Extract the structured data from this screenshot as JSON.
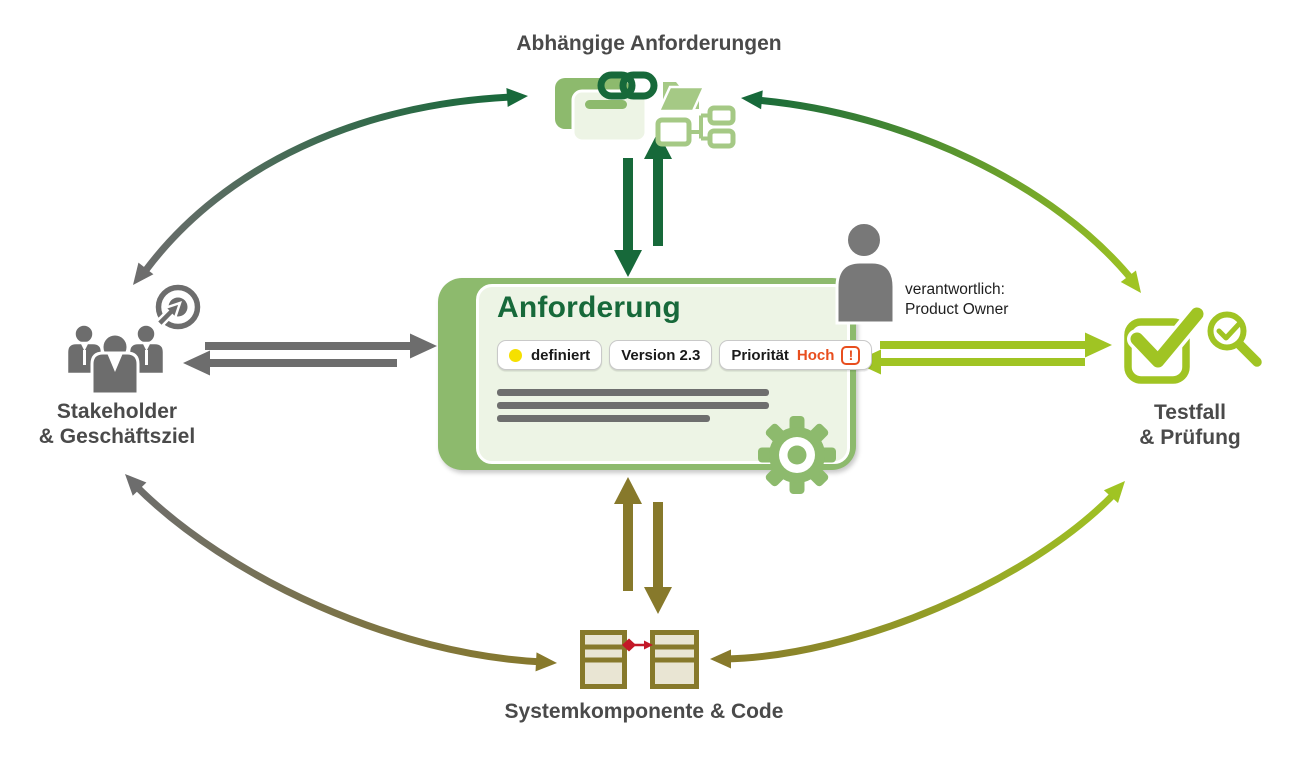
{
  "diagram": {
    "center": {
      "title": "Anforderung",
      "status_badge": {
        "label": "definiert",
        "dot_color": "#f5e000"
      },
      "version_badge": {
        "label": "Version 2.3"
      },
      "priority_badge": {
        "label": "Priorität",
        "value": "Hoch",
        "alert": "!"
      },
      "responsible": {
        "line1": "verantwortlich:",
        "line2": "Product Owner"
      }
    },
    "nodes": {
      "top": {
        "label": "Abhängige Anforderungen"
      },
      "left": {
        "line1": "Stakeholder",
        "line2": "& Geschäftsziel"
      },
      "right": {
        "line1": "Testfall",
        "line2": "& Prüfung"
      },
      "bottom": {
        "label": "Systemkomponente & Code"
      }
    },
    "icons": {
      "chain_link": "linked dependent requirements",
      "folder_hierarchy": "requirement folder structure",
      "stakeholder_group": "three stakeholders",
      "business_goal_target": "target with cursor arrow",
      "test_checkbox": "checked test case box",
      "review_magnifier": "magnifier with checkmark",
      "system_component_stacks": "two component stacks with red dependency arrow",
      "product_owner_person": "responsible person",
      "gear": "process gear"
    },
    "colors": {
      "dark_green": "#17693a",
      "mid_green": "#8dba6d",
      "pale_green": "#a5c985",
      "light_green_bg": "#edf4e5",
      "lime_green": "#a0c423",
      "olive": "#87792b",
      "gray": "#6d6d6d",
      "label_gray": "#4a4a4a",
      "orange_red": "#e84e1e",
      "crimson": "#c31828",
      "yellow": "#f5e000",
      "beige": "#e9e5d3"
    }
  }
}
